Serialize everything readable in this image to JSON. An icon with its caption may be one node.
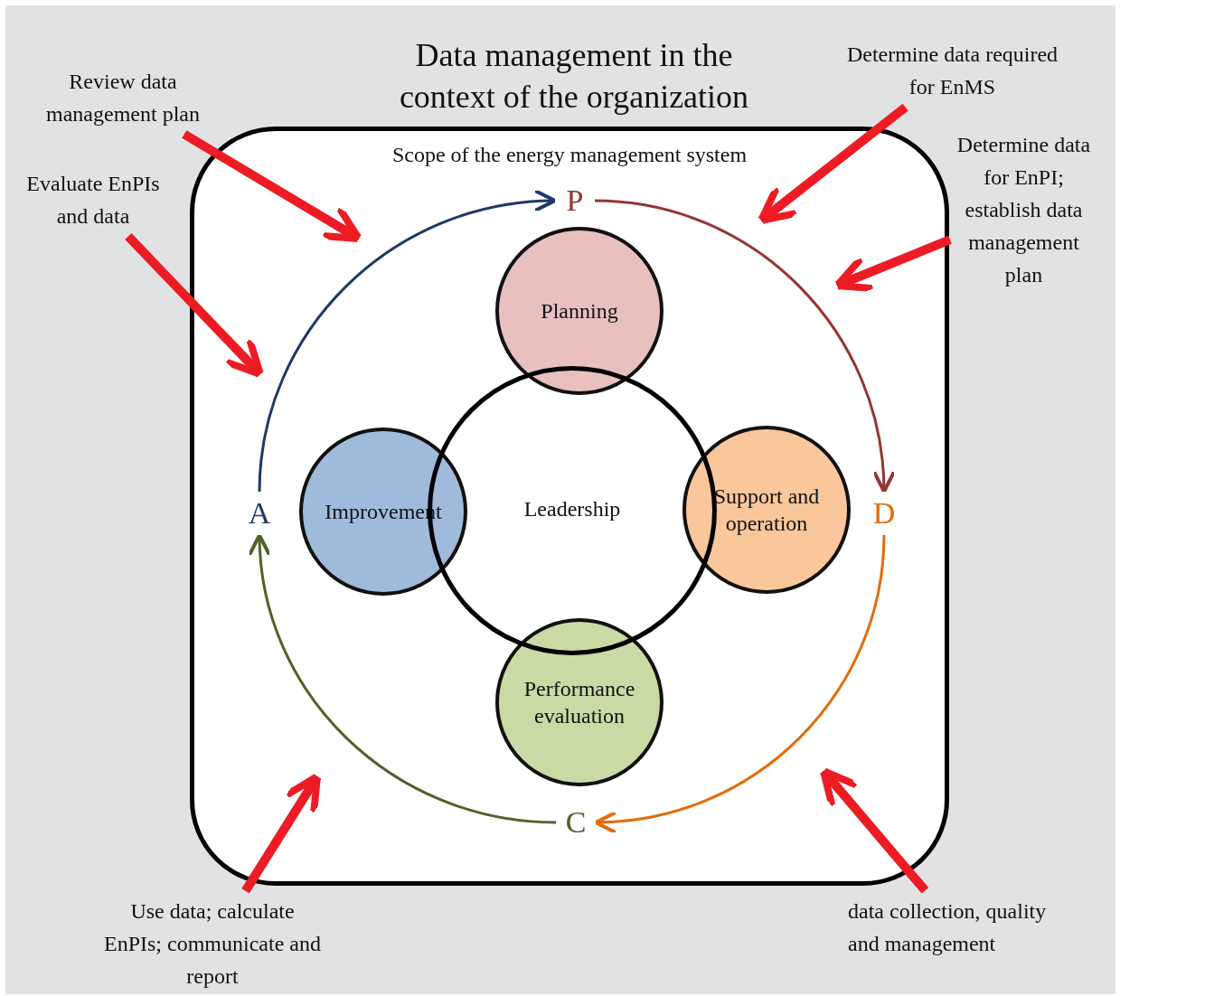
{
  "diagram": {
    "title": "Data management in the context of the organization",
    "nodes": [
      {
        "text": [
          "Scope of the energy management system"
        ]
      },
      {
        "text": [
          "P"
        ],
        "in": 0
      },
      {
        "text": [
          "D"
        ],
        "in": 0
      },
      {
        "text": [
          "C"
        ],
        "in": 0
      },
      {
        "text": [
          "A"
        ],
        "in": 0
      },
      {
        "text": [
          "Leadership"
        ],
        "in": 0
      },
      {
        "text": [
          "Planning"
        ],
        "in": 0
      },
      {
        "text": [
          "Support and operation"
        ],
        "in": 0
      },
      {
        "text": [
          "Performance evaluation"
        ],
        "in": 0
      },
      {
        "text": [
          "Improvement"
        ],
        "in": 0
      },
      {
        "text": [
          "Review data management plan"
        ]
      },
      {
        "text": [
          "Evaluate EnPIs and data"
        ]
      },
      {
        "text": [
          "Determine data required for EnMS"
        ]
      },
      {
        "text": [
          "Determine data for EnPI; establish data management plan"
        ]
      },
      {
        "text": [
          "Use data; calculate EnPIs; communicate and report"
        ]
      },
      {
        "text": [
          "data collection, quality and management"
        ]
      }
    ],
    "edges": [
      {
        "from": 1,
        "to": 2,
        "arrow": "to",
        "color": "#943634"
      },
      {
        "from": 2,
        "to": 3,
        "arrow": "to",
        "color": "#e36c0a"
      },
      {
        "from": 3,
        "to": 4,
        "arrow": "to",
        "color": "#4f6228"
      },
      {
        "from": 4,
        "to": 1,
        "arrow": "to",
        "color": "#1f3864"
      },
      {
        "from": 10,
        "to": null,
        "arrow": "to"
      },
      {
        "from": 11,
        "to": null,
        "arrow": "to"
      },
      {
        "from": 12,
        "to": null,
        "arrow": "to"
      },
      {
        "from": 13,
        "to": null,
        "arrow": "to"
      },
      {
        "from": 14,
        "to": null,
        "arrow": "to"
      },
      {
        "from": 15,
        "to": null,
        "arrow": "to"
      }
    ]
  }
}
